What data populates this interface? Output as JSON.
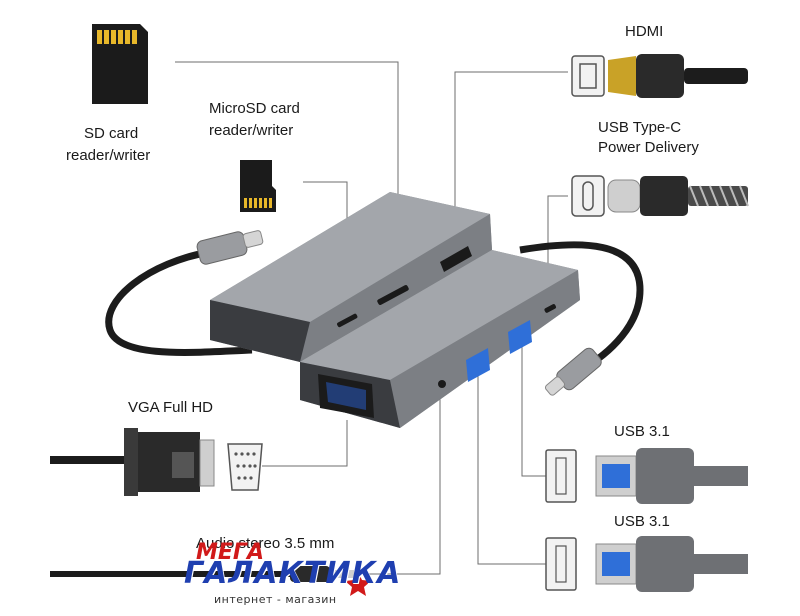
{
  "labels": {
    "sd_card": [
      "SD card",
      "reader/writer"
    ],
    "microsd_card": [
      "MicroSD card",
      "reader/writer"
    ],
    "hdmi": "HDMI",
    "usb_c": [
      "USB Type-C",
      "Power Delivery"
    ],
    "vga": "VGA Full HD",
    "usb31_top": "USB 3.1",
    "usb31_bottom": "USB 3.1",
    "audio": "Audio stereo 3.5 mm"
  },
  "watermark": {
    "brand_top": "МЕГА",
    "brand_main": "ГАЛАКТИКА",
    "brand_sub": "интернет - магазин"
  },
  "colors": {
    "hub_body": "#8c8f94",
    "hub_dark": "#3a3c40",
    "cable": "#1c1c1c",
    "leader_line": "#6e6e6e",
    "usb_blue": "#2f6fd8",
    "hdmi_gold": "#c9a227",
    "brand_blue": "#1f3fb0",
    "brand_red": "#d11a1a"
  }
}
